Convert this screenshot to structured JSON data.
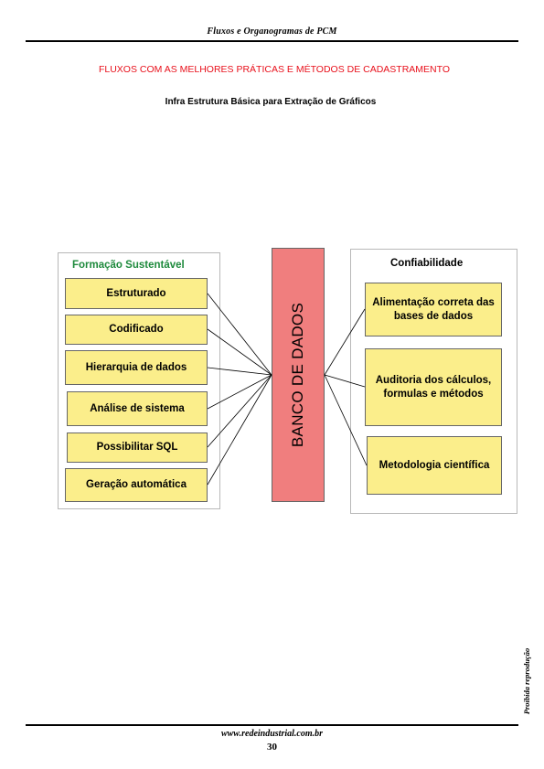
{
  "header": {
    "title": "Fluxos e Organogramas de PCM"
  },
  "main_title": "FLUXOS COM AS MELHORES  PRÁTICAS E MÉTODOS DE CADASTRAMENTO",
  "subtitle": "Infra Estrutura Básica para Extração de Gráficos",
  "left_group": {
    "title": "Formação Sustentável",
    "items": [
      "Estruturado",
      "Codificado",
      "Hierarquia de dados",
      "Análise de sistema",
      "Possibilitar SQL",
      "Geração automática"
    ]
  },
  "center": {
    "label": "BANCO DE DADOS"
  },
  "right_group": {
    "title": "Confiabilidade",
    "items": [
      "Alimentação correta das bases de dados",
      "Auditoria dos cálculos, formulas e métodos",
      "Metodologia científica"
    ]
  },
  "colors": {
    "title_red": "#e8101b",
    "green_title": "#1e8a3c",
    "box_fill": "#fbee8b",
    "db_fill": "#f07e7e"
  },
  "footer": {
    "url": "www.redeindustrial.com.br",
    "page_number": "30",
    "side_note": "Proibida reprodução"
  }
}
